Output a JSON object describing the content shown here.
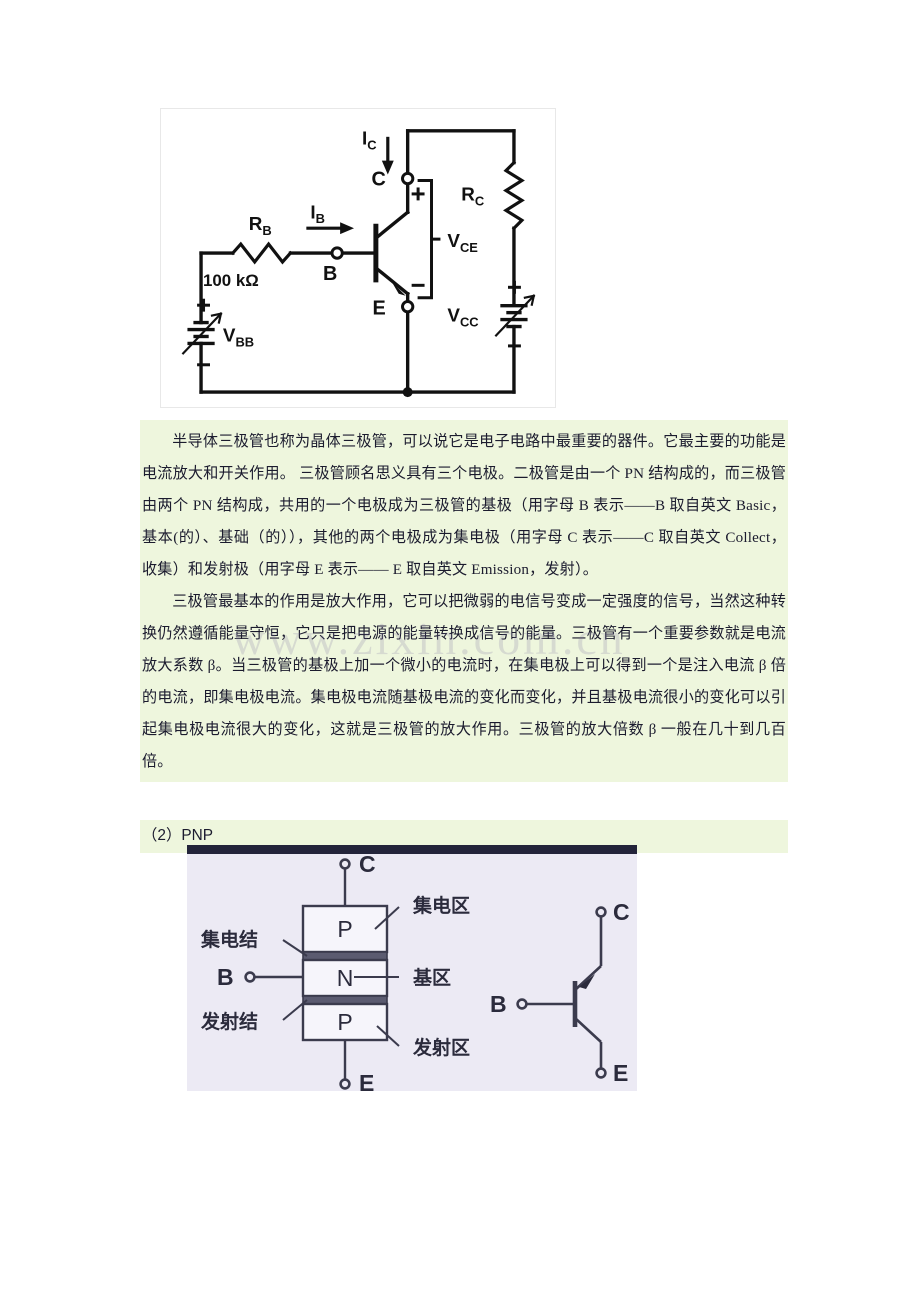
{
  "document": {
    "figure1": {
      "name": "npn-bias-circuit",
      "labels": {
        "ic": "I",
        "ic_sub": "C",
        "ib": "I",
        "ib_sub": "B",
        "collector": "C",
        "base": "B",
        "emitter": "E",
        "rb": "R",
        "rb_sub": "B",
        "rb_value": "100 kΩ",
        "rc": "R",
        "rc_sub": "C",
        "vce": "V",
        "vce_sub": "CE",
        "vbb": "V",
        "vbb_sub": "BB",
        "vcc": "V",
        "vcc_sub": "CC",
        "plus": "+",
        "minus": "-"
      }
    },
    "body": {
      "paragraph1": "半导体三极管也称为晶体三极管，可以说它是电子电路中最重要的器件。它最主要的功能是电流放大和开关作用。 三极管顾名思义具有三个电极。二极管是由一个 PN 结构成的，而三极管由两个 PN 结构成，共用的一个电极成为三极管的基极（用字母 B 表示——B 取自英文 Basic，基本(的）、基础（的）），其他的两个电极成为集电极（用字母 C 表示——C 取自英文 Collect，收集）和发射极（用字母 E 表示—— E 取自英文 Emission，发射）。",
      "paragraph2": "三极管最基本的作用是放大作用，它可以把微弱的电信号变成一定强度的信号，当然这种转换仍然遵循能量守恒，它只是把电源的能量转换成信号的能量。三极管有一个重要参数就是电流放大系数 β。当三极管的基极上加一个微小的电流时，在集电极上可以得到一个是注入电流 β 倍的电流，即集电极电流。集电极电流随基极电流的变化而变化，并且基极电流很小的变化可以引起集电极电流很大的变化，这就是三极管的放大作用。三极管的放大倍数 β 一般在几十到几百倍。"
    },
    "watermark": {
      "text": "www.zixin.com.cn"
    },
    "heading": {
      "text": "（2）PNP"
    },
    "figure2": {
      "name": "pnp-structure-diagram",
      "labels": {
        "collector_terminal": "C",
        "emitter_terminal": "E",
        "base_terminal": "B",
        "base_terminal_right": "B",
        "collector_terminal_right": "C",
        "emitter_terminal_right": "E",
        "layer_top": "P",
        "layer_mid": "N",
        "layer_bottom": "P",
        "collector_junction": "集电结",
        "collector_region": "集电区",
        "base_region": "基区",
        "emitter_junction": "发射结",
        "emitter_region": "发射区"
      }
    },
    "colors": {
      "highlight": "#eef6dd",
      "text": "#1b1b2e",
      "figure2_background": "#eceaf4",
      "figure2_topbar": "#23243a",
      "page_background": "#ffffff"
    }
  }
}
